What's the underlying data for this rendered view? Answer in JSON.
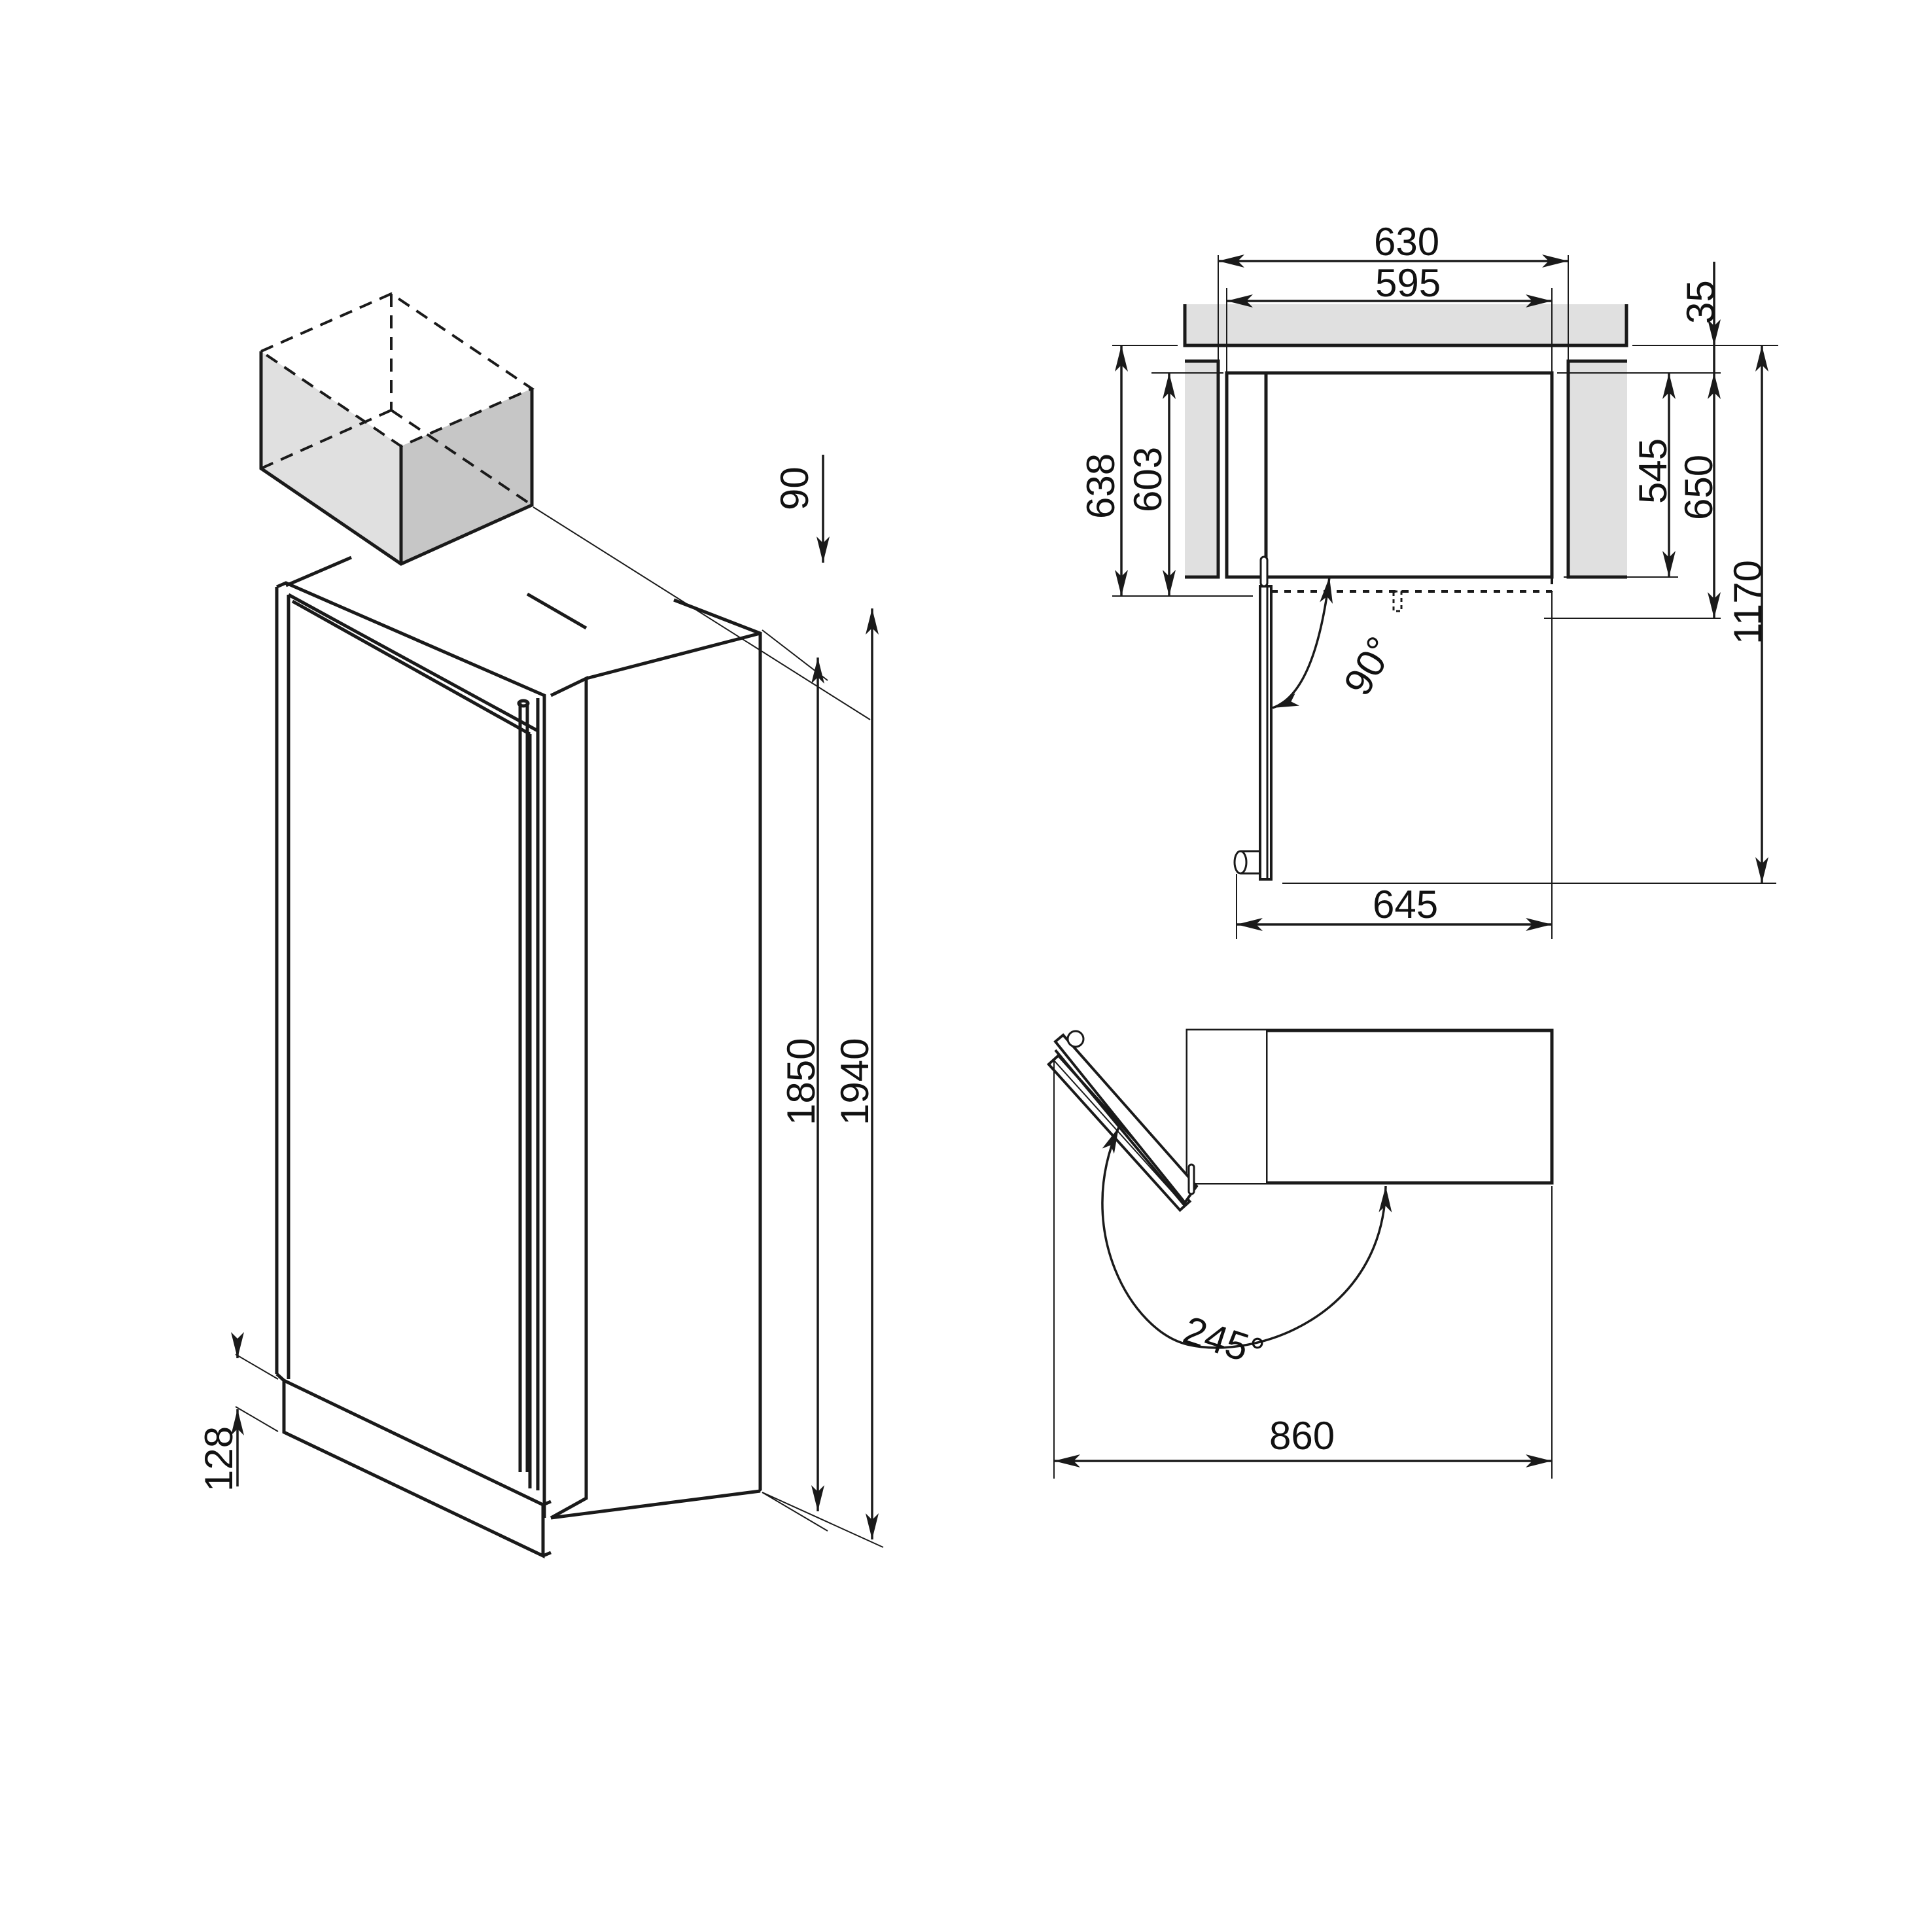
{
  "colors": {
    "line": "#1a1a1a",
    "shade_light": "#e0e0e0",
    "shade_dark": "#c6c6c6",
    "background": "#ffffff"
  },
  "units": "mm",
  "isometric_view": {
    "top_space_height": "90",
    "appliance_height": "1850",
    "total_height": "1940",
    "plinth_height": "128"
  },
  "plan_view_90": {
    "niche_width": "630",
    "appliance_width": "595",
    "top_panel_depth": "35",
    "niche_depth_outer": "638",
    "niche_depth_inner": "603",
    "cabinet_depth": "545",
    "appliance_depth_with_door": "650",
    "total_depth_door_open": "1170",
    "width_door_open": "645",
    "door_angle": "90°"
  },
  "plan_view_245": {
    "door_angle": "245°",
    "total_width_door_open": "860"
  }
}
